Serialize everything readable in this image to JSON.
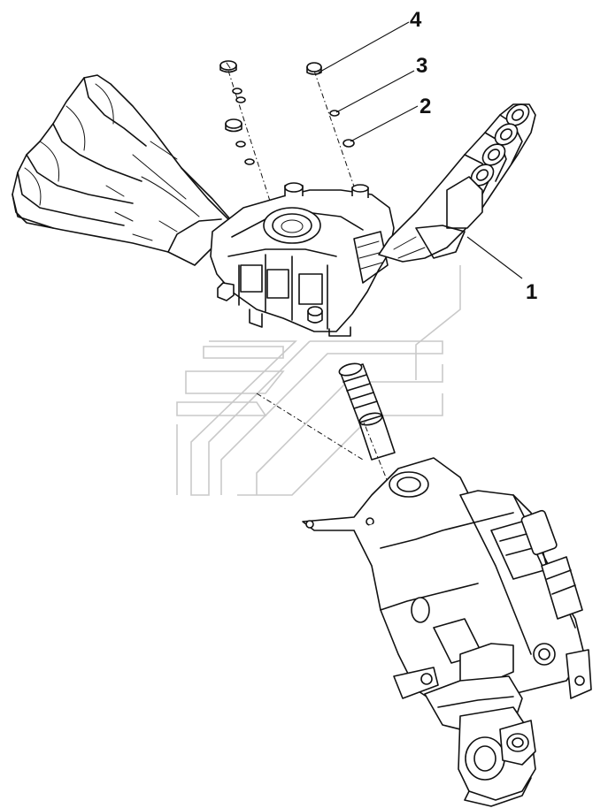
{
  "figure": {
    "callouts": [
      {
        "id": "callout-1",
        "label": "1",
        "part": "multifunction-switch"
      },
      {
        "id": "callout-2",
        "label": "2",
        "part": "washer"
      },
      {
        "id": "callout-3",
        "label": "3",
        "part": "lock-washer"
      },
      {
        "id": "callout-4",
        "label": "4",
        "part": "screw"
      }
    ]
  },
  "colors": {
    "line": "#111111",
    "background": "#ffffff",
    "watermark": "#c9c9c9"
  }
}
